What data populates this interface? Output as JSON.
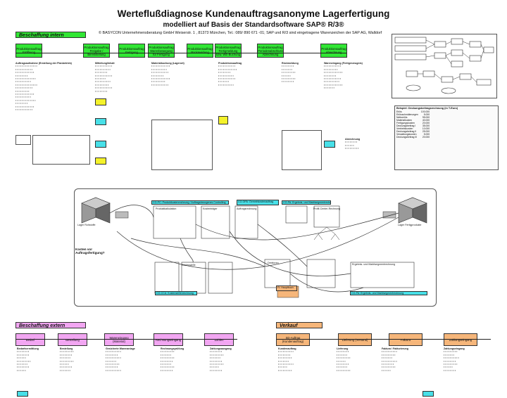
{
  "header": {
    "title": "Werteflußdiagnose Kundenauftragsanonyme Lagerfertigung",
    "subtitle": "modelliert auf Basis der Standardsoftware SAP® R/3®",
    "copyright": "© BASYCON Unternehmensberatung GmbH Weiserstr. 1 , 81373 München, Tel.: 089/ 890 671 -01; SAP und R/3 sind eingetragene Warenzeichen der SAP AG, Walldorf"
  },
  "sections": {
    "intern": "Beschaffung intern",
    "extern": "Beschaffung extern",
    "verkauf": "Verkauf"
  },
  "intern_steps": [
    {
      "label": "Produktionsauftrag Eröffnung"
    },
    {
      "label": "Produktionsauftrag Freigabe / Bereitstellung"
    },
    {
      "label": "Produktionsauftrag Fertigung"
    },
    {
      "label": "Produktionsauftrag Warenbewegung für Fertigung"
    },
    {
      "label": "Produktionsauftrag Rückmeldung"
    },
    {
      "label": "Produktionsauftrag Fertigmeldung bzw. WE-Buchung"
    },
    {
      "label": "Produktionsauftrag Periodenabschluss Abrechnung"
    },
    {
      "label": "Produktionsauftrag Abrechnung"
    }
  ],
  "extern_steps": [
    {
      "label": "Bedarf"
    },
    {
      "label": "Bestellung"
    },
    {
      "label": "Wareneingang (Material)"
    },
    {
      "label": "Rechnungseingang"
    },
    {
      "label": "Zahlen"
    }
  ],
  "verkauf_steps": [
    {
      "label": "SD-Auftrag (Kundenauftrag)"
    },
    {
      "label": "Lieferung (Versand)"
    },
    {
      "label": "Faktura"
    },
    {
      "label": "Zahlungseingang"
    }
  ],
  "intern_headings": [
    "Auftragsaufnahme (Erstellung der Planbetrieb)",
    "Mitteilung/Inhalt",
    "Materialbuchung (Lagerort)",
    "Produktionsauftrag",
    "Rückmeldung",
    "Wareneingang (Fertigerzeugnis)",
    "Abrechnung"
  ],
  "extern_headings": [
    "Bedarfsermittlung",
    "Bestellung",
    "Gesicherte Warenanlage",
    "Rechnungsprüfung",
    "Zahlungsausgang"
  ],
  "verkauf_headings": [
    "Kundenauftrag",
    "Lieferung",
    "Faktura / Fakturierung",
    "Zahlungseingang"
  ],
  "central": {
    "left_label": "Kosten vor Auftragsfertigung?",
    "left_caption": "Lager Rohstoffe",
    "right_caption": "Lager Fertigprodukte",
    "co_pc_header": "CO-PC: Produktkostenrechnung / Auftragsbezogenes Controlling",
    "co_opa_header": "CO-OPA: Gemeinkostenauftrag",
    "co_pa_header": "CO-PA: Ergebnis- und Marktsegmentrechnung",
    "co_ccm_footer": "CO-CCA: Kostenstellenrechnung",
    "co_pa_footer": "CO-PA: Ergebnis- und Marktsegmentrechnung",
    "fi_box": "FI: Hauptbuch",
    "boxes": [
      "Produktkalkulation",
      "Kostenstelle",
      "Ergebnis- und Marktsegmentrechnung",
      "Profit-Center-Rechnung",
      "Kostenträger",
      "Auftragsrechnung",
      "Debitoren"
    ]
  },
  "right_table": {
    "title": "Beispiel: Deckungsbeitragsrechnung (in T-Euro)",
    "rows": [
      [
        "Erlös",
        "100.000"
      ],
      [
        "Erlösschmälerungen",
        "5.000"
      ],
      [
        "Nettoerlös",
        "95.000"
      ],
      [
        "Materialkosten",
        "40.000"
      ],
      [
        "Fertigungskosten",
        "20.000"
      ],
      [
        "Deckungsbeitrag I",
        "35.000"
      ],
      [
        "Vertriebskosten",
        "10.000"
      ],
      [
        "Deckungsbeitrag II",
        "25.000"
      ],
      [
        "Verwaltungskosten",
        "5.000"
      ],
      [
        "Deckungsbeitrag III",
        "20.000"
      ]
    ]
  },
  "colors": {
    "green": "#31e634",
    "pink": "#f2a6f2",
    "orange": "#f6b67a",
    "cyan": "#48e0e8",
    "yellow": "#f4f22a"
  }
}
